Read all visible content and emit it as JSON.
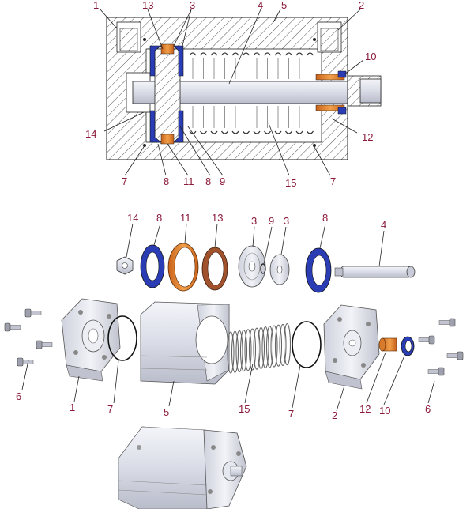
{
  "callouts": {
    "section": {
      "c1": "1",
      "c2": "2",
      "c3": "3",
      "c4": "4",
      "c5": "5",
      "c10": "10",
      "c12": "12",
      "c13": "13",
      "c14": "14",
      "c15": "15",
      "c7a": "7",
      "c8a": "8",
      "c11": "11",
      "c8b": "8",
      "c9": "9",
      "c7b": "7"
    },
    "exploded": {
      "c14": "14",
      "c8a": "8",
      "c11": "11",
      "c13": "13",
      "c3a": "3",
      "c9": "9",
      "c3b": "3",
      "c8b": "8",
      "c4": "4",
      "c6a": "6",
      "c1": "1",
      "c7a": "7",
      "c5": "5",
      "c15": "15",
      "c7b": "7",
      "c2": "2",
      "c12": "12",
      "c10": "10",
      "c6b": "6"
    }
  },
  "colors": {
    "label": "#8b1a3a",
    "seal_blue": "#2a3db5",
    "seal_orange": "#e07a1f",
    "seal_brown": "#a0522d",
    "metal_light": "#e4e6ee",
    "metal_mid": "#c7cad6",
    "hatch": "#333333"
  }
}
